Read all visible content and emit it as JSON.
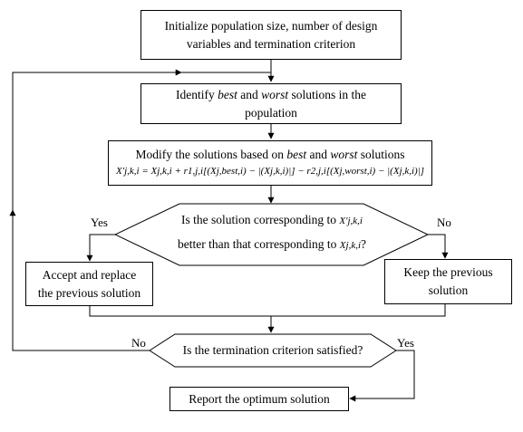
{
  "nodes": {
    "init": {
      "line1": "Initialize population size, number of design",
      "line2": "variables and termination criterion"
    },
    "identify": {
      "pre": "Identify ",
      "best": "best",
      "mid": " and ",
      "worst": "worst",
      "post": " solutions in the",
      "line2": "population"
    },
    "modify": {
      "pre": "Modify the solutions based on ",
      "best": "best",
      "mid": " and ",
      "worst": "worst",
      "post": " solutions",
      "formula": "X′j,k,i = Xj,k,i + r1,j,i[(Xj,best,i) − |(Xj,k,i)|] − r2,j,i[(Xj,worst,i) − |(Xj,k,i)|]"
    },
    "decision1": {
      "line1": "Is the solution corresponding to",
      "line2": "better than that corresponding to",
      "var1": "X′j,k,i",
      "var2": "Xj,k,i",
      "q": "?"
    },
    "accept": {
      "line1": "Accept and replace",
      "line2": "the previous solution"
    },
    "keep": {
      "line1": "Keep the previous",
      "line2": "solution"
    },
    "decision2": {
      "text": "Is the termination criterion satisfied?"
    },
    "report": {
      "text": "Report the optimum solution"
    }
  },
  "labels": {
    "yes": "Yes",
    "no": "No"
  }
}
